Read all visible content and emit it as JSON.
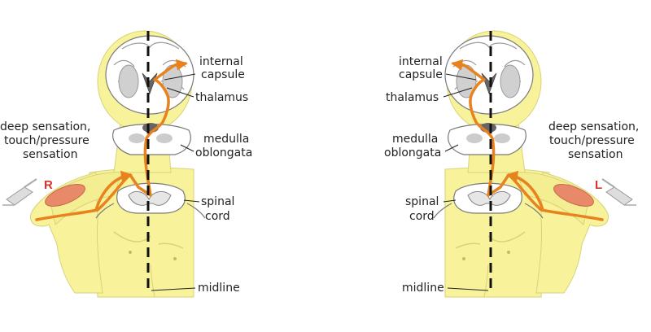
{
  "colors": {
    "skin": "#f8f39a",
    "skin_edge": "#d8d27a",
    "pathway": "#e8821e",
    "brain_gray": "#9a9a9a",
    "muscle": "#e88a6a",
    "side_marker": "#d9332b"
  },
  "icons": [
    "brain-section-icon",
    "medulla-section-icon",
    "spinal-cord-section-icon",
    "tuning-fork-icon"
  ],
  "left_figure": {
    "side_marker": "R",
    "labels": {
      "internal_capsule_1": "internal",
      "internal_capsule_2": "capsule",
      "thalamus": "thalamus",
      "deep_1": "deep sensation,",
      "deep_2": "touch/pressure",
      "deep_3": "sensation",
      "medulla_1": "medulla",
      "medulla_2": "oblongata",
      "spinal_1": "spinal",
      "spinal_2": "cord",
      "midline": "midline"
    }
  },
  "right_figure": {
    "side_marker": "L",
    "labels": {
      "internal_capsule_1": "internal",
      "internal_capsule_2": "capsule",
      "thalamus": "thalamus",
      "deep_1": "deep sensation,",
      "deep_2": "touch/pressure",
      "deep_3": "sensation",
      "medulla_1": "medulla",
      "medulla_2": "oblongata",
      "spinal_1": "spinal",
      "spinal_2": "cord",
      "midline": "midline"
    }
  }
}
